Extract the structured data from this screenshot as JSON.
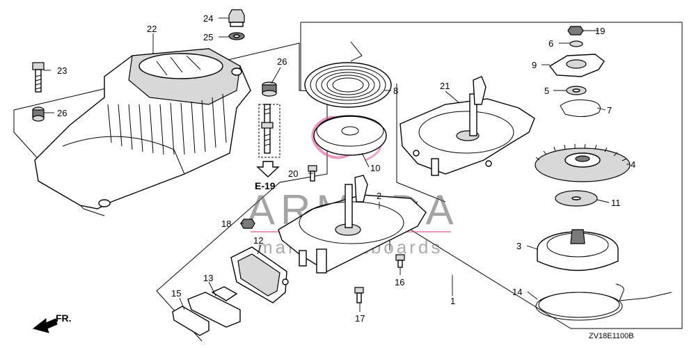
{
  "callouts": {
    "c1": "1",
    "c2": "2",
    "c3": "3",
    "c4": "4",
    "c5": "5",
    "c6": "6",
    "c7": "7",
    "c8": "8",
    "c9": "9",
    "c10": "10",
    "c11": "11",
    "c12": "12",
    "c13": "13",
    "c14": "14",
    "c15": "15",
    "c16": "16",
    "c17": "17",
    "c18": "18",
    "c19": "19",
    "c20": "20",
    "c21": "21",
    "c22": "22",
    "c23": "23",
    "c24": "24",
    "c25": "25",
    "c26a": "26",
    "c26b": "26"
  },
  "reference": {
    "label": "E-19"
  },
  "direction": {
    "label": "FR."
  },
  "diagram_code": "ZV18E1100B",
  "watermark": {
    "brand": "ARMADA",
    "tagline": "marine outboards"
  },
  "colors": {
    "line": "#000000",
    "background": "#ffffff",
    "watermark_accent": "#e0559a",
    "watermark_text": "#5a5a5a"
  }
}
